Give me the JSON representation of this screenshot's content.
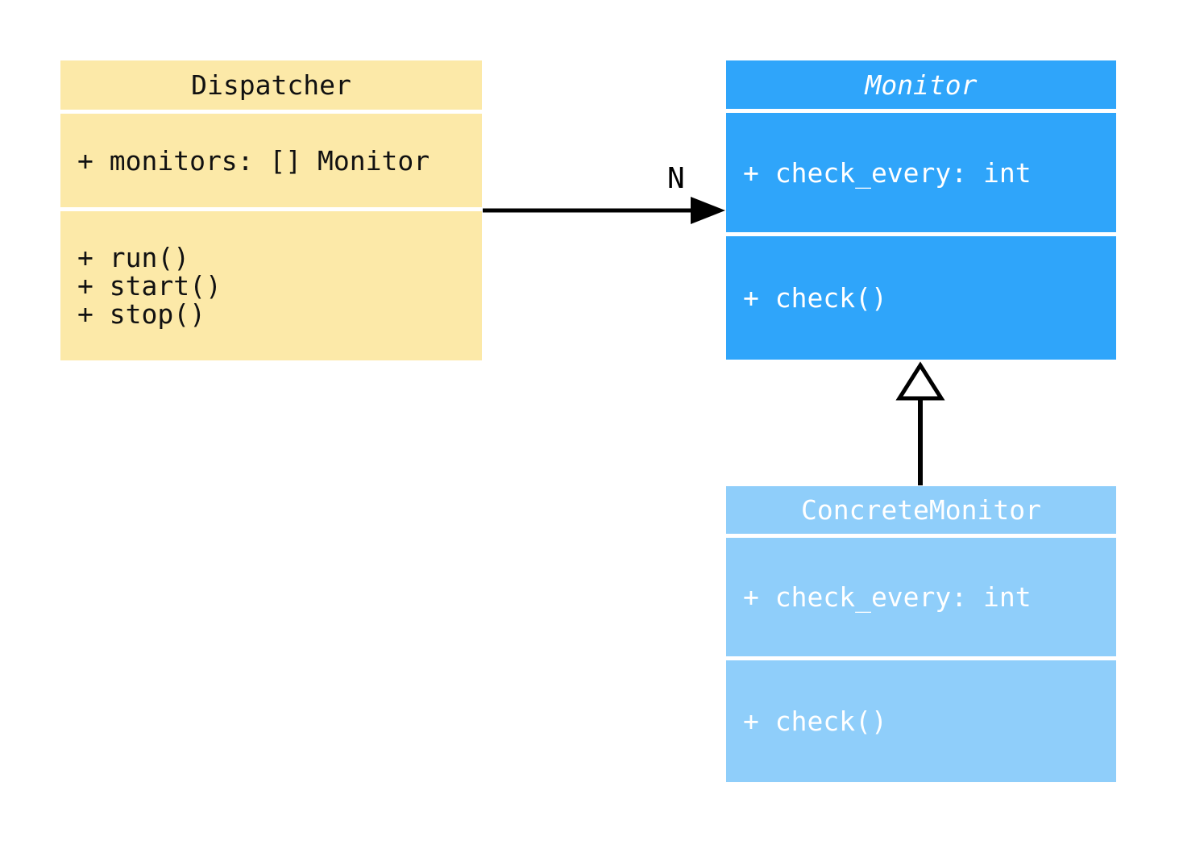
{
  "diagram": {
    "background_color": "#FFFFFF",
    "classes": [
      {
        "name": "Dispatcher",
        "abstract": false,
        "fill": "#FCE9A8",
        "text_color": "#111111",
        "attributes": [
          "+ monitors: [] Monitor"
        ],
        "methods": [
          "+ run()",
          "+ start()",
          "+ stop()"
        ]
      },
      {
        "name": "Monitor",
        "abstract": true,
        "fill": "#2FA5FA",
        "text_color": "#FFFFFF",
        "attributes": [
          "+ check_every: int"
        ],
        "methods": [
          "+ check()"
        ]
      },
      {
        "name": "ConcreteMonitor",
        "abstract": false,
        "fill": "#8FCEFA",
        "text_color": "#FFFFFF",
        "attributes": [
          "+ check_every: int"
        ],
        "methods": [
          "+ check()"
        ]
      }
    ],
    "relations": [
      {
        "type": "association",
        "from": "Dispatcher",
        "to": "Monitor",
        "label": "N",
        "line_color": "#000000"
      },
      {
        "type": "inheritance",
        "from": "ConcreteMonitor",
        "to": "Monitor",
        "label": "",
        "line_color": "#000000"
      }
    ]
  }
}
